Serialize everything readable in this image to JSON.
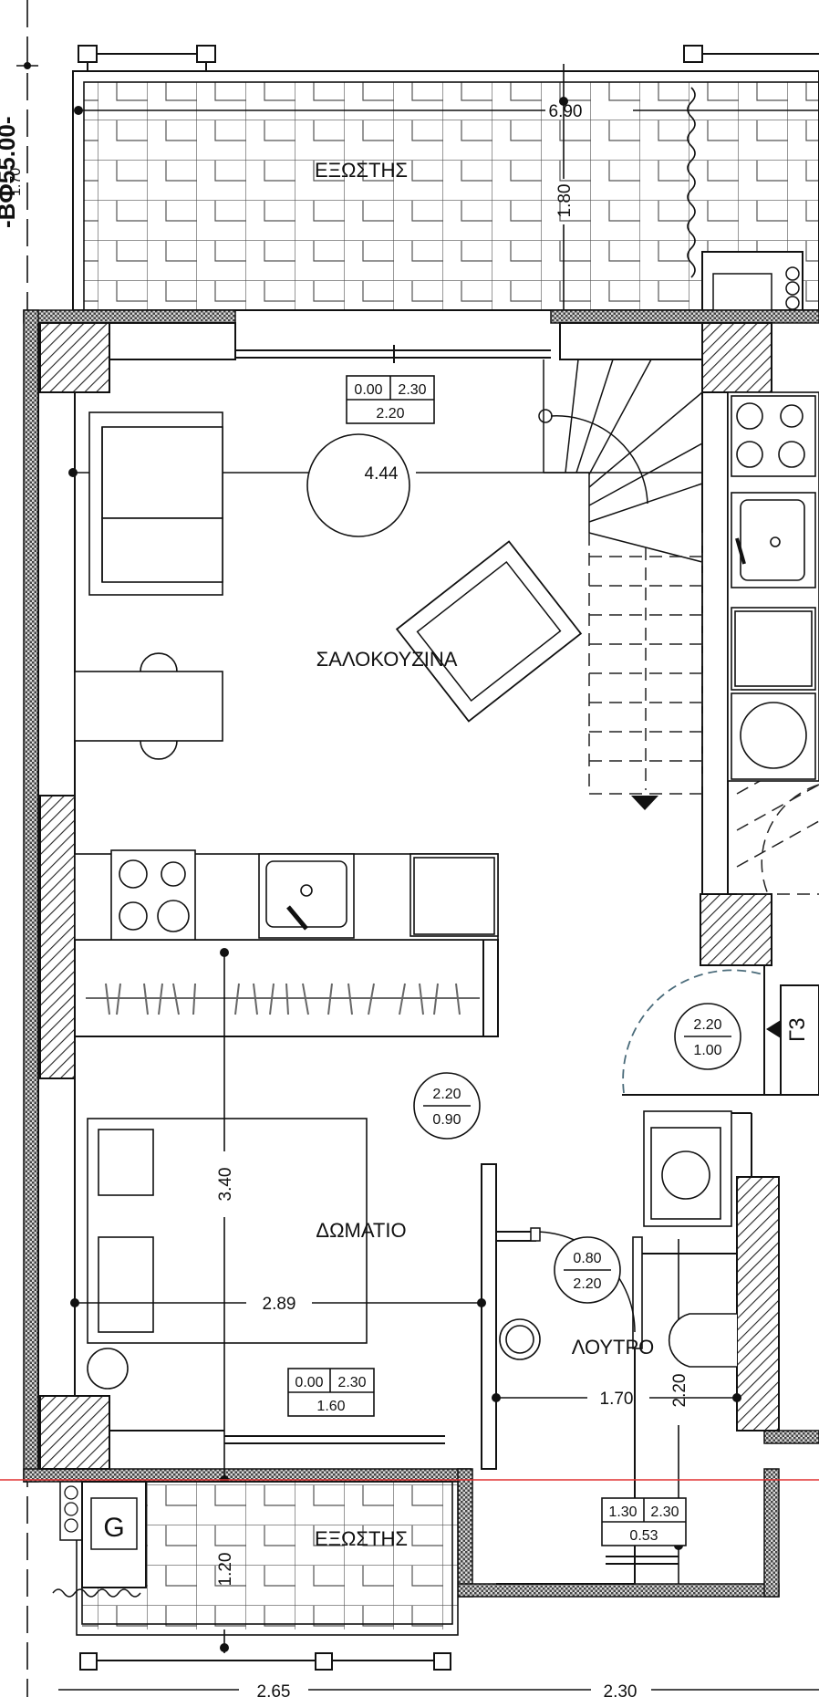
{
  "rooms": {
    "balcony_top": "ΕΞΩΣΤΗΣ",
    "living_kitchen": "ΣΑΛΟΚΟΥΖΙΝΑ",
    "bedroom": "ΔΩΜΑΤΙΟ",
    "bathroom": "ΛΟΥΤΡΟ",
    "balcony_bottom": "ΕΞΩΣΤΗΣ"
  },
  "dimensions": {
    "balcony_top_width": "6.90",
    "balcony_top_depth": "1.80",
    "living_width": "4.44",
    "bedroom_depth": "3.40",
    "bedroom_width": "2.89",
    "bath_width": "1.70",
    "bath_depth": "2.20",
    "balcony_bottom_depth": "1.20",
    "bottom_run_1": "2.65",
    "bottom_run_2": "2.30"
  },
  "window_tags": {
    "living": {
      "sill": "0.00",
      "head": "2.30",
      "width": "2.20"
    },
    "bedroom": {
      "sill": "0.00",
      "head": "2.30",
      "width": "1.60"
    },
    "bath": {
      "sill": "1.30",
      "head": "2.30",
      "width": "0.53"
    }
  },
  "door_tags": {
    "bedroom": {
      "height": "2.20",
      "width": "0.90"
    },
    "entry": {
      "height": "2.20",
      "width": "1.00"
    },
    "bath": {
      "height": "0.80",
      "width": "2.20"
    }
  },
  "side_markers": {
    "elevation": "Γ3",
    "boiler": "G"
  },
  "level_text": "-ΒΦ55.00-",
  "level_sub": "1.70"
}
